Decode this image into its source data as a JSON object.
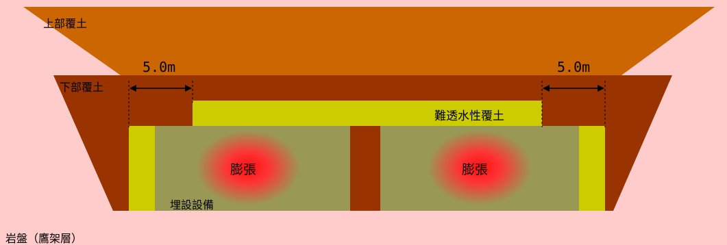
{
  "labels": {
    "upper_fill": "上部覆土",
    "lower_fill": "下部覆土",
    "impermeable_fill": "難透水性覆土",
    "buried_facility": "埋設設備",
    "bedrock": "岩盤（鷹架層）"
  },
  "dimensions": {
    "left_offset": "5.0m",
    "right_offset": "5.0m"
  },
  "expansion_markers": [
    {
      "label": "膨張"
    },
    {
      "label": "膨張"
    }
  ],
  "colors": {
    "background": "#ffcccc",
    "upper_fill": "#cc6600",
    "lower_fill": "#993300",
    "impermeable_fill": "#cccc00",
    "facility_fill": "#999955",
    "expansion": "#ff2222"
  }
}
